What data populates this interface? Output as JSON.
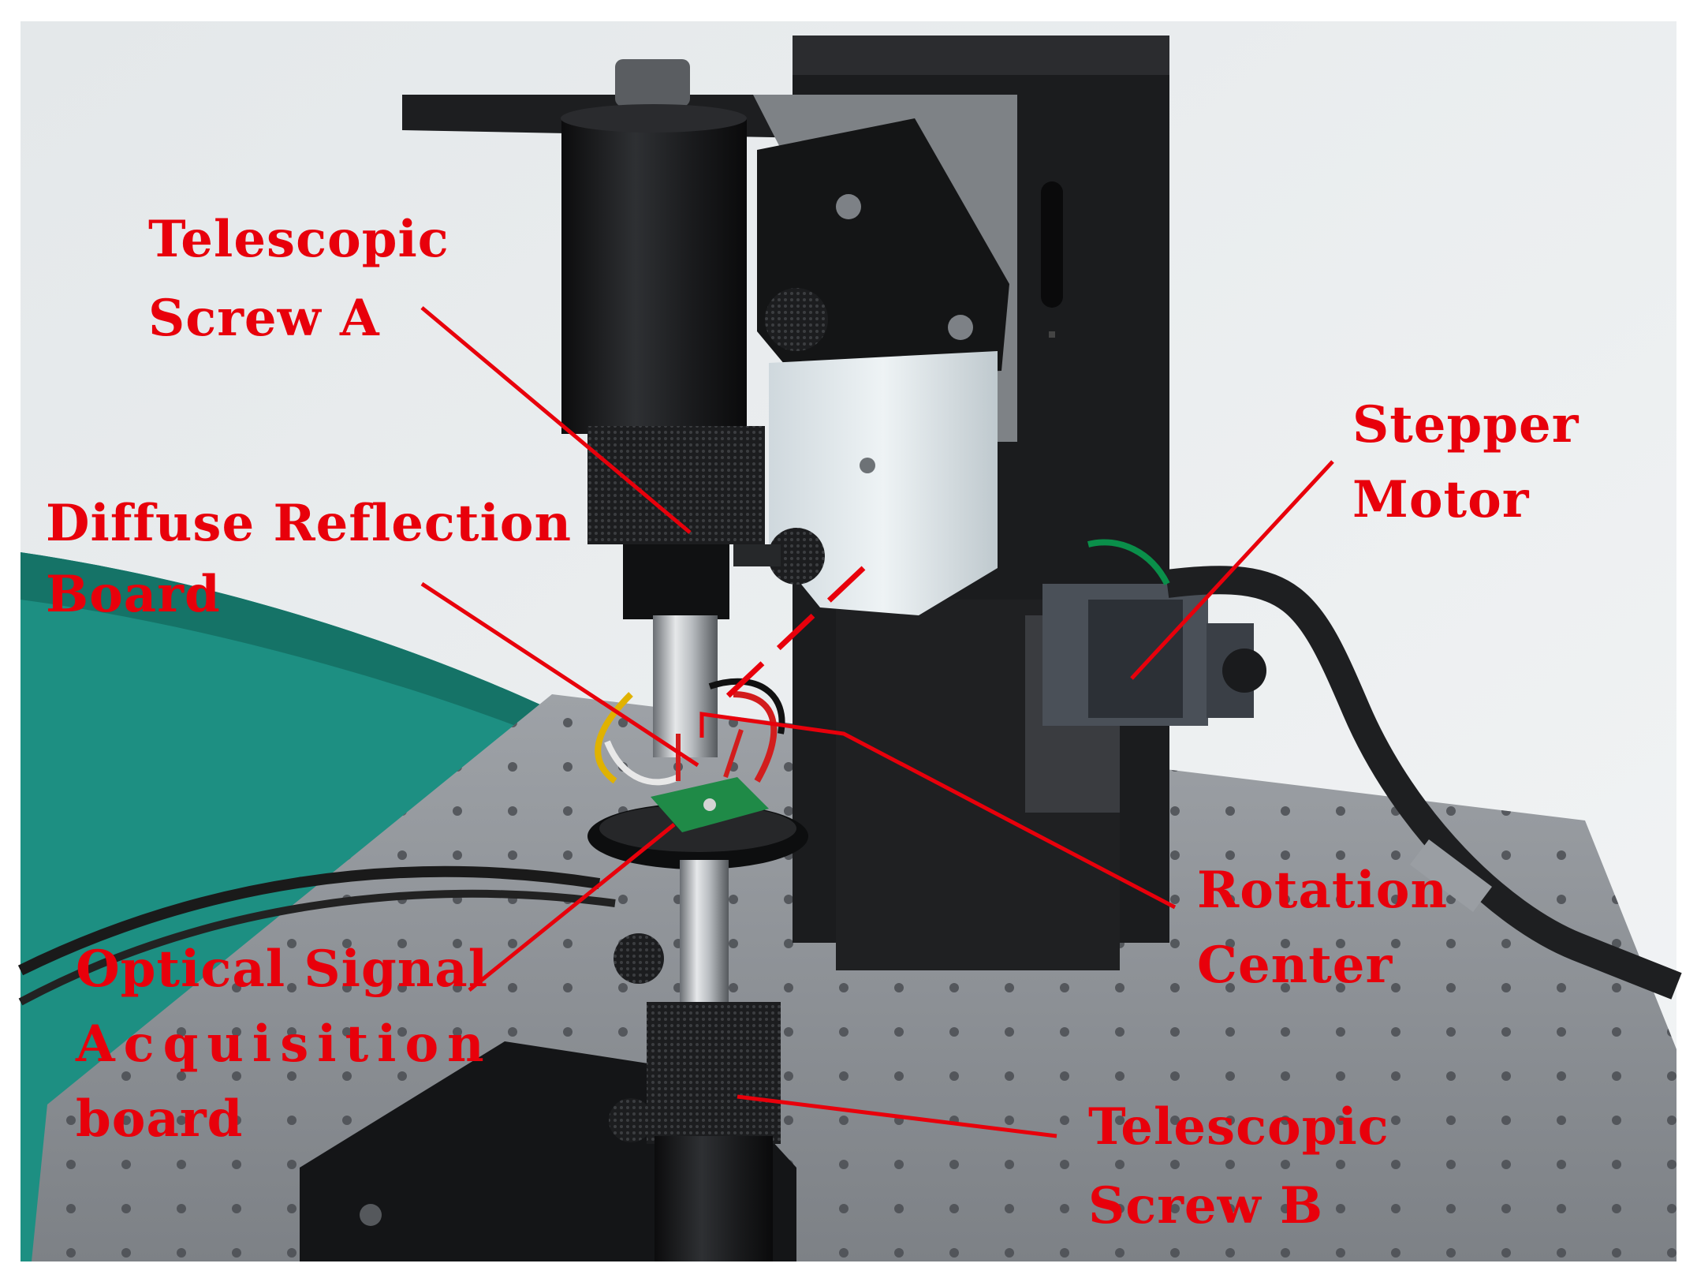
{
  "labels": {
    "telescopic_screw_a": [
      "Telescopic",
      "Screw A"
    ],
    "diffuse_reflection_board": [
      "Diffuse Reflection",
      "Board"
    ],
    "stepper_motor": [
      "Stepper",
      "Motor"
    ],
    "rotation_center": [
      "Rotation",
      "Center"
    ],
    "optical_signal_acquisition_board": [
      "Optical Signal",
      "Acquisition",
      "board"
    ],
    "telescopic_screw_b": [
      "Telescopic",
      "Screw B"
    ]
  },
  "colors": {
    "label": "#e8000b",
    "background_wall": "#e9ecee",
    "table_mat": "#1d8f82",
    "breadboard": "#8d9196",
    "hardware_black": "#17181a"
  }
}
